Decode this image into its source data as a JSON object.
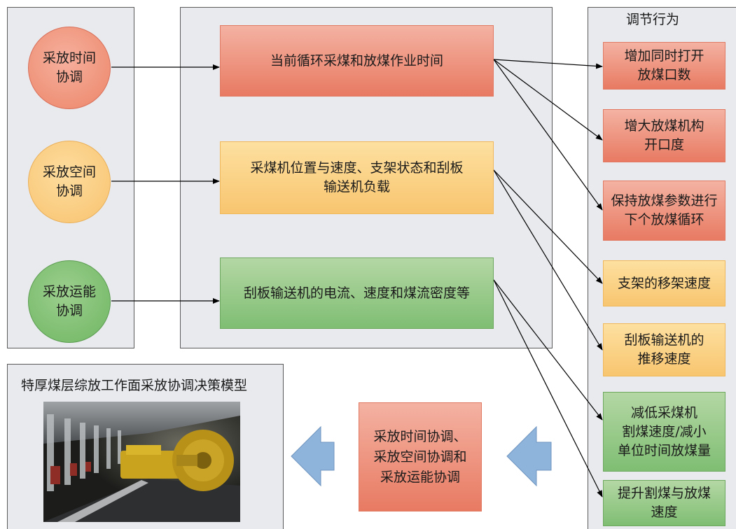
{
  "left_panel": {
    "circles": [
      {
        "label": "采放时间\n协调",
        "color": "#ec8568"
      },
      {
        "label": "采放空间\n协调",
        "color": "#f8c36f"
      },
      {
        "label": "采放运能\n协调",
        "color": "#6fb662"
      }
    ]
  },
  "middle_panel": {
    "boxes": [
      {
        "label": "当前循环采煤和放煤作业时间"
      },
      {
        "label": "采煤机位置与速度、支架状态和刮板\n输送机负载"
      },
      {
        "label": "刮板输送机的电流、速度和煤流密度等"
      }
    ]
  },
  "right_panel": {
    "title": "调节行为",
    "items": [
      {
        "label": "增加同时打开\n放煤口数"
      },
      {
        "label": "增大放煤机构\n开口度"
      },
      {
        "label": "保持放煤参数进行\n下个放煤循环"
      },
      {
        "label": "支架的移架速度"
      },
      {
        "label": "刮板输送机的\n推移速度"
      },
      {
        "label": "减低采煤机\n割煤速度/减小\n单位时间放煤量"
      },
      {
        "label": "提升割煤与放煤\n速度"
      }
    ]
  },
  "bottom": {
    "model_title": "特厚煤层综放工作面采放协调决策模型",
    "center_label": "采放时间协调、\n采放空间协调和\n采放运能协调"
  },
  "colors": {
    "red": "#e87a62",
    "yellow": "#f8c56f",
    "green": "#7fbe73",
    "arrow_blue": "#8fb4dc",
    "panel_bg": "#e8eaee"
  }
}
